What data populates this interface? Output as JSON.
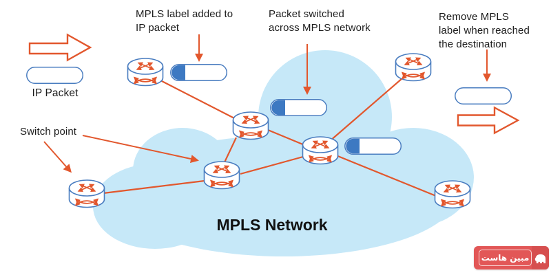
{
  "annotations": {
    "label_added": "MPLS label added to\nIP packet",
    "packet_switched": "Packet switched\nacross MPLS network",
    "remove_label": "Remove MPLS\nlabel when reached\nthe destination",
    "ip_packet_label": "IP Packet",
    "switch_point_label": "Switch point"
  },
  "cloud": {
    "title": "MPLS Network"
  },
  "logo": {
    "text": "مبین هاست"
  },
  "colors": {
    "cloud_fill": "#C6E8F8",
    "line_orange": "#E2572D",
    "outline_blue": "#4A7DC0",
    "mpls_label_blue": "#3D79C2",
    "text_dark": "#1C1C1C",
    "logo_red": "#E25757",
    "logo_red_dark": "#D64F4F",
    "background": "#FFFFFF"
  }
}
